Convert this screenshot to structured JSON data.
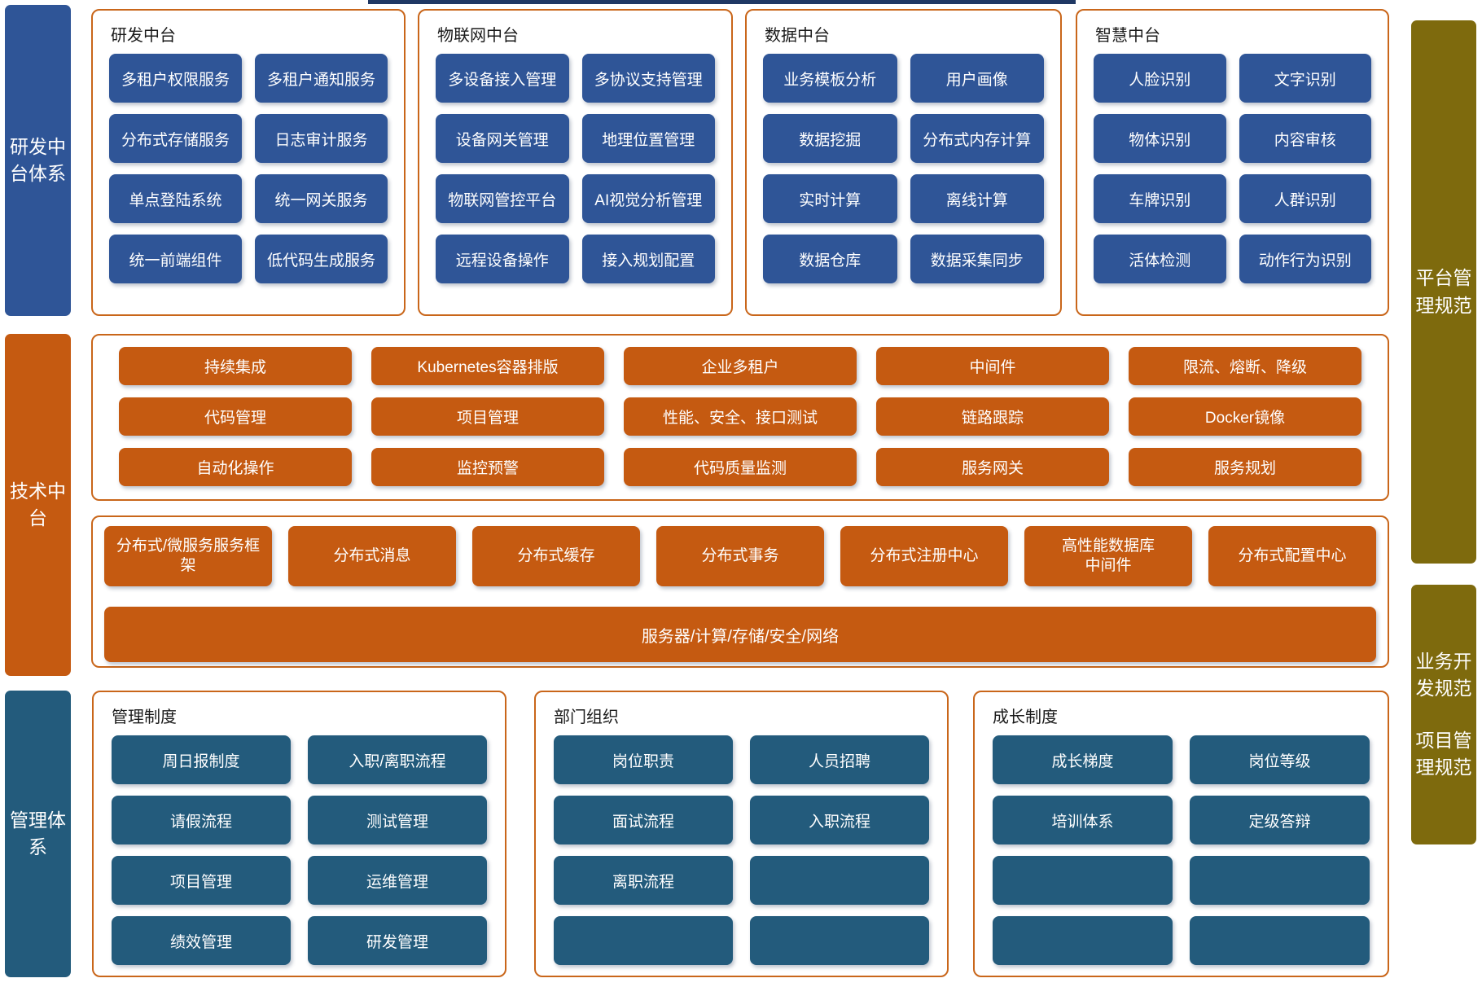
{
  "colors": {
    "primary_blue": "#2F5597",
    "dark_steel_blue": "#235B7C",
    "orange": "#C55A11",
    "olive": "#7E6A0D",
    "panel_border": "#C9661A",
    "top_strip_navy": "#1F3864"
  },
  "left_rails": [
    {
      "label": "研发中台体系"
    },
    {
      "label": "技术中台"
    },
    {
      "label": "管理体系"
    }
  ],
  "right_rails": [
    {
      "label": "平台管理规范"
    },
    {
      "label_top": "业务开发规范",
      "label_bottom": "项目管理规范"
    }
  ],
  "top_panels": [
    {
      "title": "研发中台",
      "buttons": [
        "多租户权限服务",
        "多租户通知服务",
        "分布式存储服务",
        "日志审计服务",
        "单点登陆系统",
        "统一网关服务",
        "统一前端组件",
        "低代码生成服务"
      ]
    },
    {
      "title": "物联网中台",
      "buttons": [
        "多设备接入管理",
        "多协议支持管理",
        "设备网关管理",
        "地理位置管理",
        "物联网管控平台",
        "AI视觉分析管理",
        "远程设备操作",
        "接入规划配置"
      ]
    },
    {
      "title": "数据中台",
      "buttons": [
        "业务模板分析",
        "用户画像",
        "数据挖掘",
        "分布式内存计算",
        "实时计算",
        "离线计算",
        "数据仓库",
        "数据采集同步"
      ]
    },
    {
      "title": "智慧中台",
      "buttons": [
        "人脸识别",
        "文字识别",
        "物体识别",
        "内容审核",
        "车牌识别",
        "人群识别",
        "活体检测",
        "动作行为识别"
      ]
    }
  ],
  "tech_panel_grid": {
    "buttons": [
      "持续集成",
      "Kubernetes容器排版",
      "企业多租户",
      "中间件",
      "限流、熔断、降级",
      "代码管理",
      "项目管理",
      "性能、安全、接口测试",
      "链路跟踪",
      "Docker镜像",
      "自动化操作",
      "监控预警",
      "代码质量监测",
      "服务网关",
      "服务规划"
    ]
  },
  "tech_panel_infra": {
    "buttons": [
      "分布式/微服务服务框\n架",
      "分布式消息",
      "分布式缓存",
      "分布式事务",
      "分布式注册中心",
      "高性能数据库\n中间件",
      "分布式配置中心"
    ],
    "bar": "服务器/计算/存储/安全/网络"
  },
  "bottom_panels": [
    {
      "title": "管理制度",
      "buttons": [
        "周日报制度",
        "入职/离职流程",
        "请假流程",
        "测试管理",
        "项目管理",
        "运维管理",
        "绩效管理",
        "研发管理"
      ]
    },
    {
      "title": "部门组织",
      "buttons": [
        "岗位职责",
        "人员招聘",
        "面试流程",
        "入职流程",
        "离职流程",
        "",
        "",
        ""
      ]
    },
    {
      "title": "成长制度",
      "buttons": [
        "成长梯度",
        "岗位等级",
        "培训体系",
        "定级答辩",
        "",
        "",
        "",
        ""
      ]
    }
  ]
}
